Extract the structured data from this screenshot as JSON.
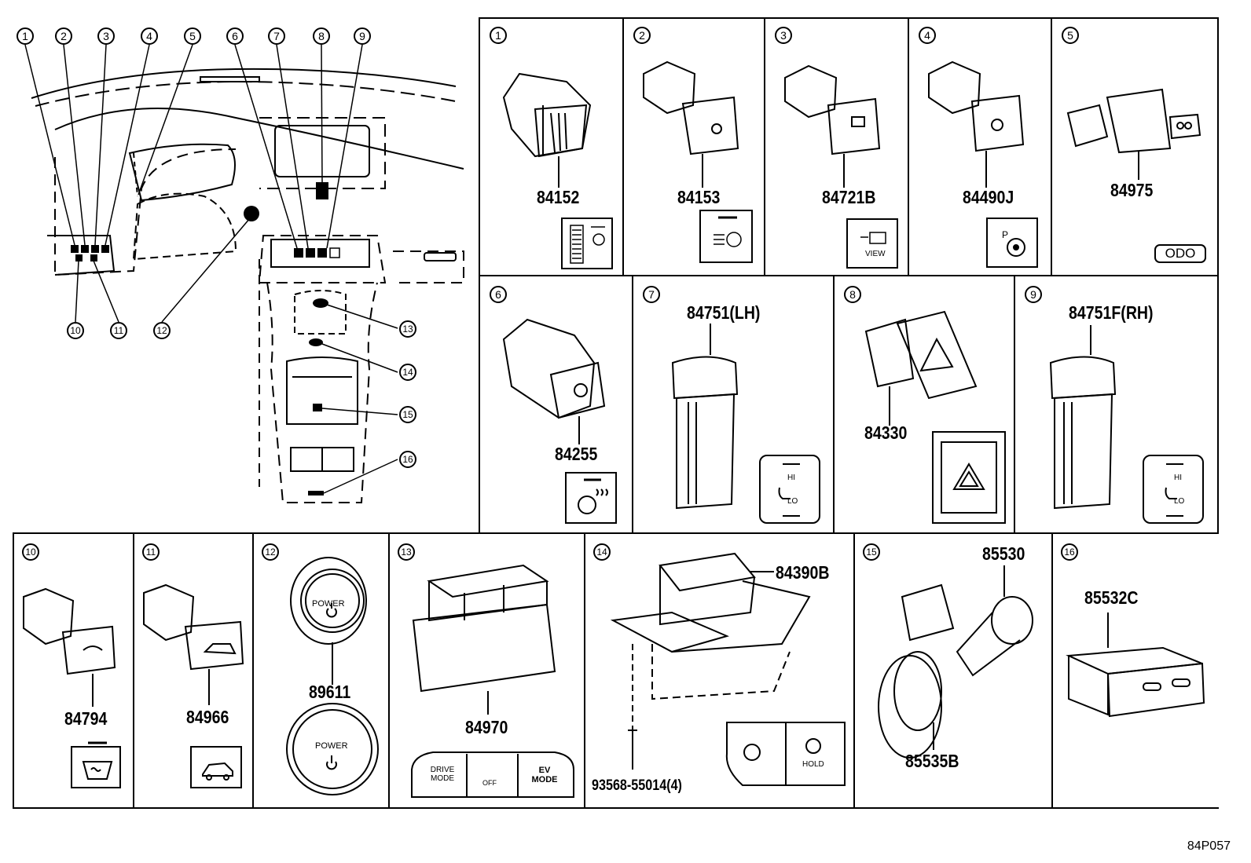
{
  "callouts": [
    "1",
    "2",
    "3",
    "4",
    "5",
    "6",
    "7",
    "8",
    "9",
    "10",
    "11",
    "12",
    "13",
    "14",
    "15",
    "16"
  ],
  "panels": [
    {
      "id": "1",
      "part": "84152"
    },
    {
      "id": "2",
      "part": "84153"
    },
    {
      "id": "3",
      "part": "84721B"
    },
    {
      "id": "4",
      "part": "84490J"
    },
    {
      "id": "5",
      "part": "84975",
      "badge": "ODO"
    },
    {
      "id": "6",
      "part": "84255"
    },
    {
      "id": "7",
      "part": "84751(LH)",
      "hi": "HI",
      "lo": "LO"
    },
    {
      "id": "8",
      "part": "84330"
    },
    {
      "id": "9",
      "part": "84751F(RH)",
      "hi": "HI",
      "lo": "LO"
    },
    {
      "id": "10",
      "part": "84794"
    },
    {
      "id": "11",
      "part": "84966"
    },
    {
      "id": "12",
      "part": "89611",
      "power1": "POWER",
      "power2": "POWER"
    },
    {
      "id": "13",
      "part": "84970",
      "btn1": "DRIVE MODE",
      "btn2": "OFF",
      "btn3": "EV MODE"
    },
    {
      "id": "14",
      "part": "84390B",
      "bolt": "93568-55014(4)",
      "hold": "HOLD"
    },
    {
      "id": "15",
      "part_a": "85530",
      "part_b": "85535B"
    },
    {
      "id": "16",
      "part": "85532C"
    }
  ],
  "icon_labels": {
    "view": "VIEW"
  },
  "diagram_code": "84P057"
}
